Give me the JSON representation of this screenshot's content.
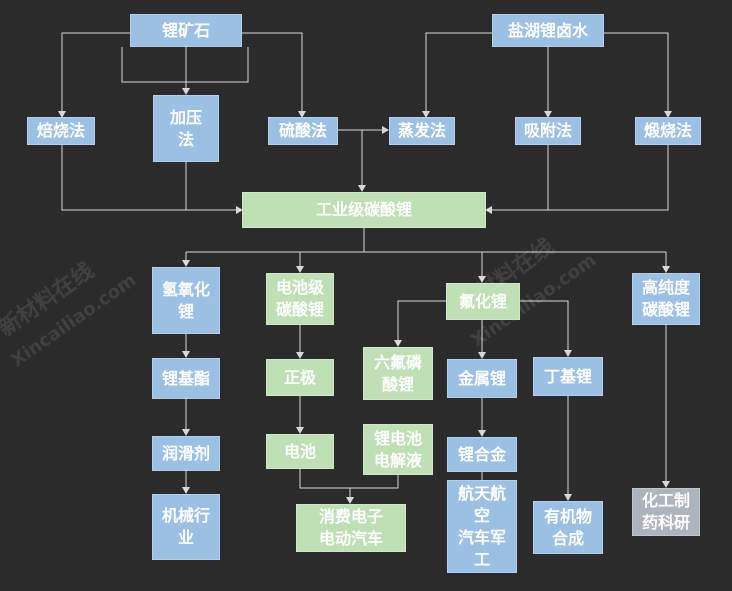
{
  "nodes": {
    "lithium_ore": "锂矿石",
    "salt_lake_brine": "盐湖锂卤水",
    "roasting_method": "焙烧法",
    "pressure_method": "加压\n法",
    "sulfuric_acid_method": "硫酸法",
    "evaporation_method": "蒸发法",
    "adsorption_method": "吸附法",
    "calcination_method": "煅烧法",
    "industrial_li2co3": "工业级碳酸锂",
    "lioh": "氢氧化\n锂",
    "battery_li2co3": "电池级\n碳酸锂",
    "lif": "氟化锂",
    "high_purity_li2co3": "高纯度\n碳酸锂",
    "lipf6": "六氟磷\n酸锂",
    "li_base_ester": "锂基酯",
    "cathode": "正极",
    "li_metal": "金属锂",
    "butyl_li": "丁基锂",
    "lubricant": "润滑剂",
    "battery": "电池",
    "electrolyte": "锂电池\n电解液",
    "li_alloy": "锂合金",
    "machinery": "机械行\n业",
    "consumer_ev": "消费电子\n电动汽车",
    "aero_auto_mil": "航天航\n空\n汽车军\n工",
    "organic_synth": "有机物\n合成",
    "chem_pharma": "化工制\n药科研"
  },
  "watermark": [
    "新材料在线",
    "Xincailiao.com"
  ],
  "colors": {
    "background": "#2b2b2b",
    "blue": "#9cc0e3",
    "green": "#bfe0b5",
    "grey": "#aeb4be",
    "line": "#d8d8d8"
  }
}
